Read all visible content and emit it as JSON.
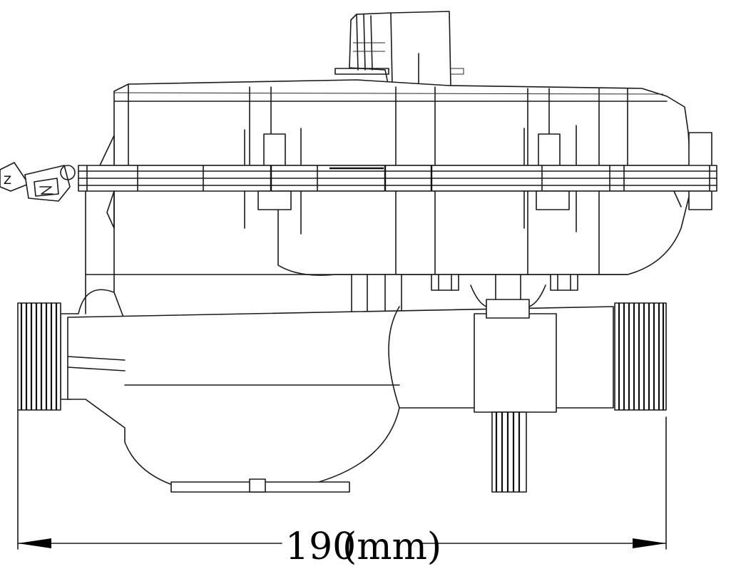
{
  "dimension": {
    "value": "190",
    "unit": "(mm)"
  },
  "seal_tag_text": "Z"
}
